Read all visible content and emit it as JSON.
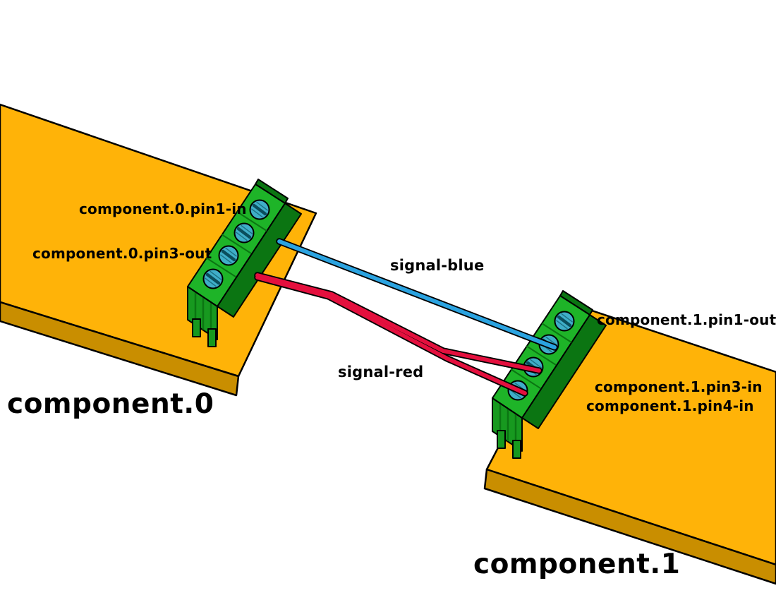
{
  "diagram": {
    "components": [
      {
        "name": "component.0",
        "pin_labels": [
          "component.0.pin1-in",
          "component.0.pin3-out"
        ]
      },
      {
        "name": "component.1",
        "pin_labels": [
          "component.1.pin1-out",
          "component.1.pin3-in",
          "component.1.pin4-in"
        ]
      }
    ],
    "signals": [
      {
        "name": "signal-blue",
        "color": "#2BA3E0"
      },
      {
        "name": "signal-red",
        "color": "#E4103E"
      }
    ],
    "colors": {
      "background": "#FFFFFF",
      "board": "#FFB308",
      "board_edge": "#C98E00",
      "connector": "#1EB428",
      "connector_mid": "#17991F",
      "connector_dark": "#0B7512",
      "screw": "#3FAEC8",
      "screw_slot": "#0A4E5C",
      "label_text": "#000000"
    }
  }
}
